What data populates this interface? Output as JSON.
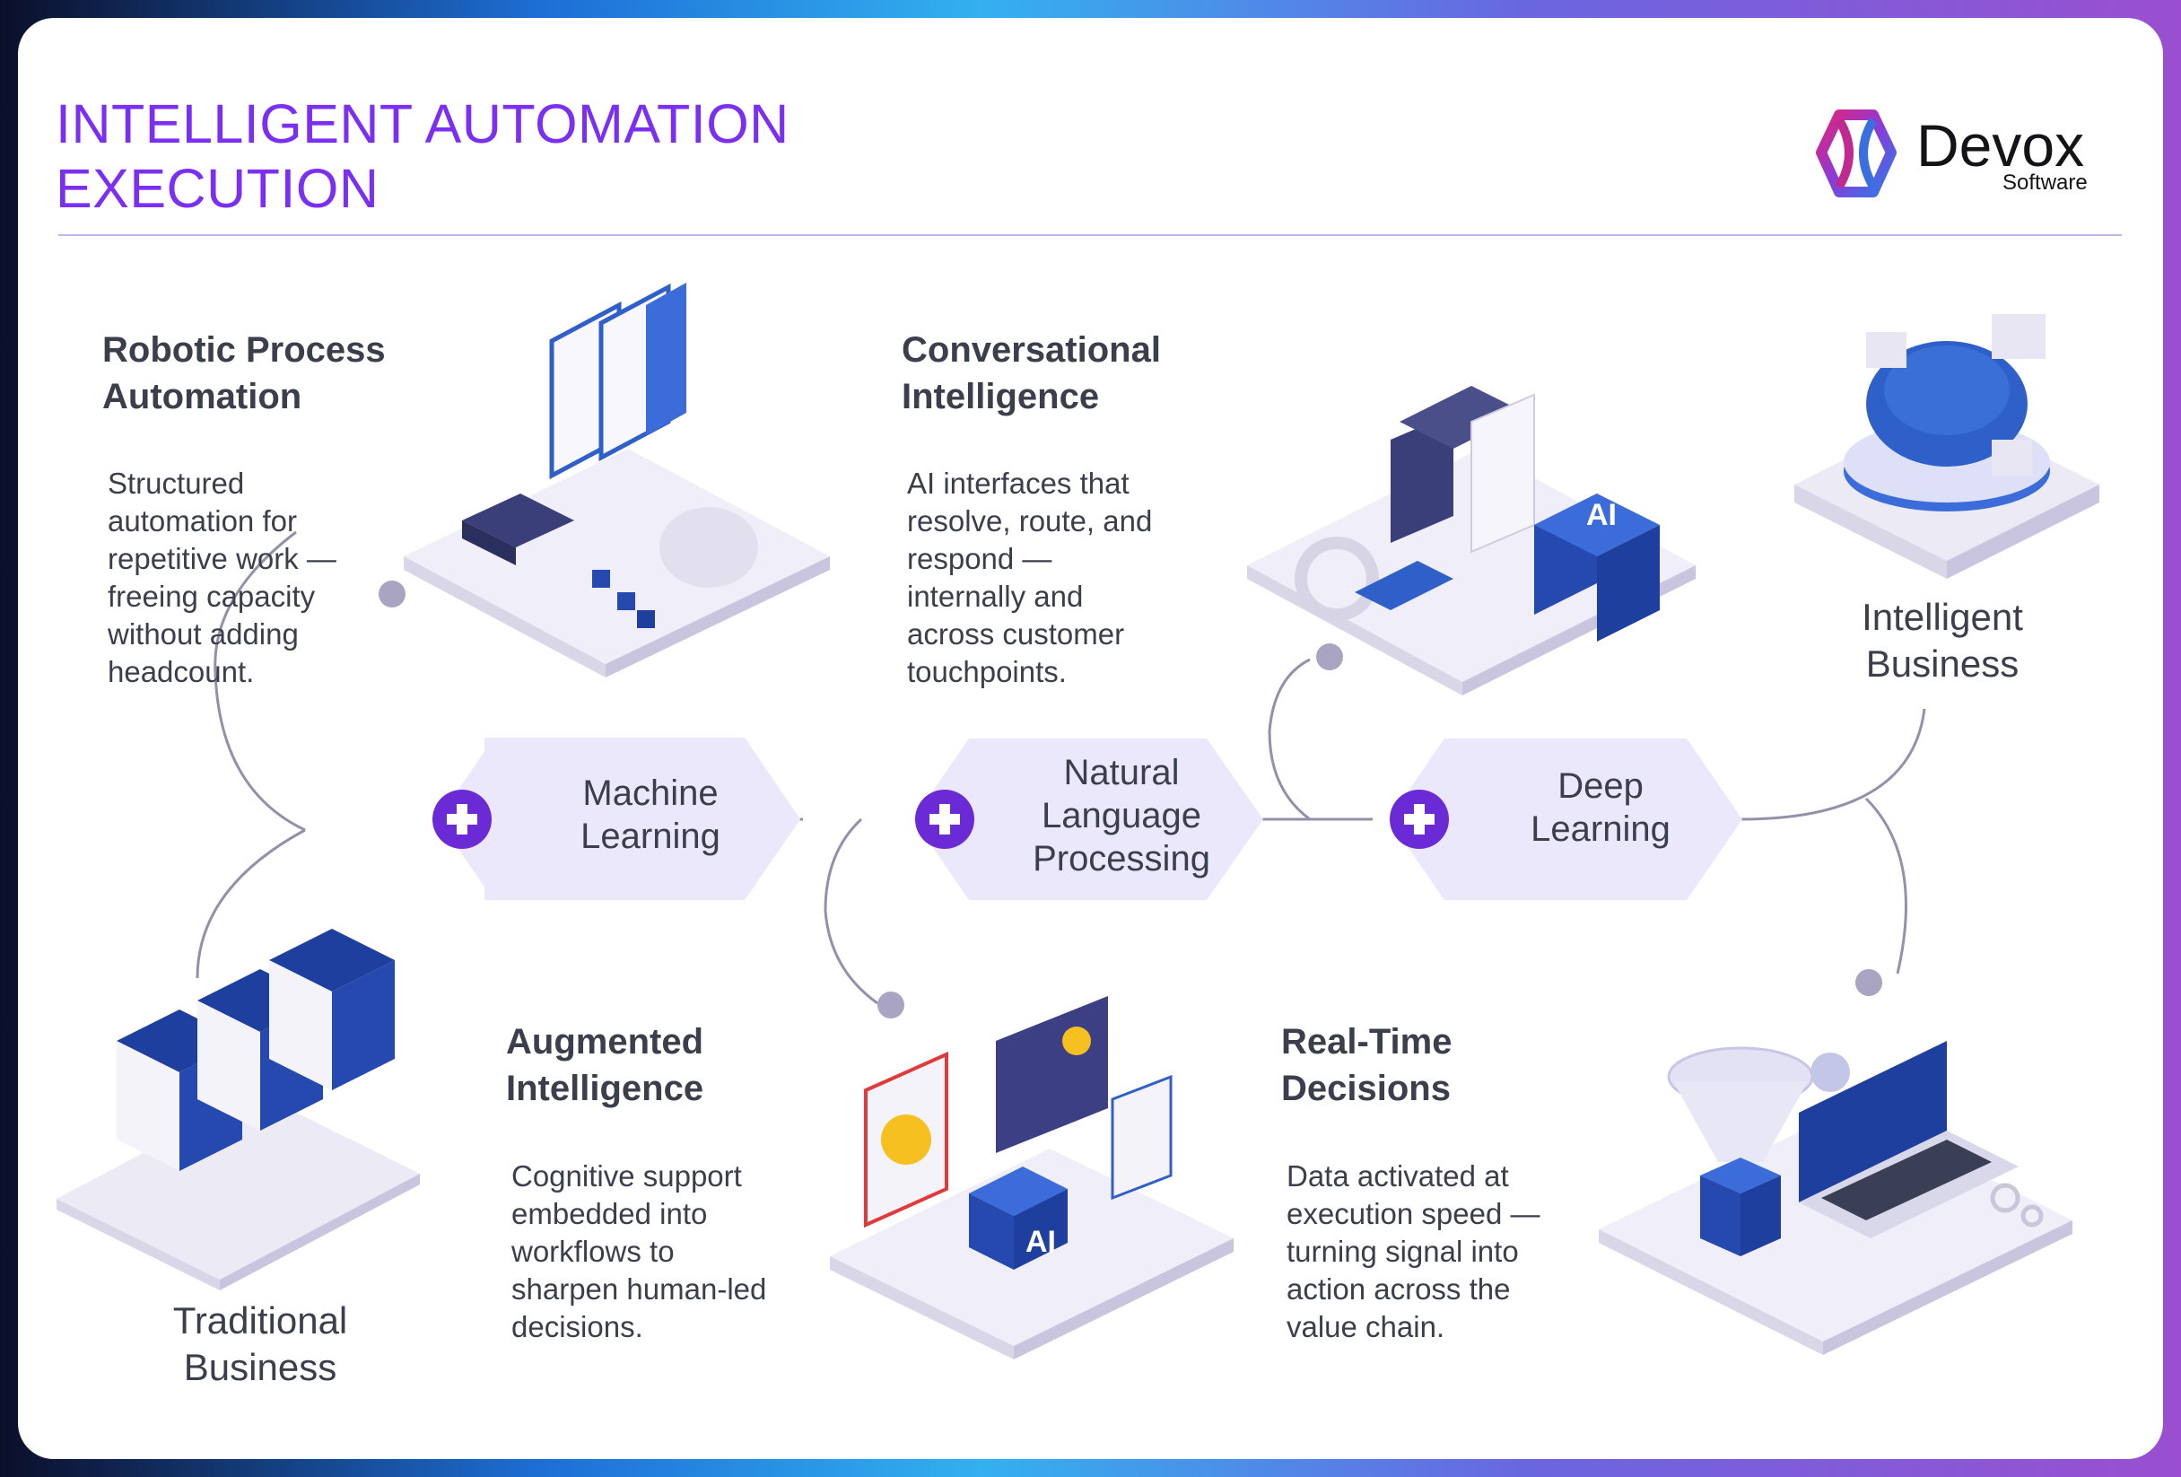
{
  "title": {
    "line1": "INTELLIGENT AUTOMATION",
    "line2": "EXECUTION"
  },
  "logo": {
    "name": "Devox",
    "sub": "Software",
    "icon": "devox-logo-icon"
  },
  "colors": {
    "accent": "#7b2ff2",
    "node": "#6a2bd6",
    "hex_fill": "#ebe8fb",
    "connector": "#9490ab",
    "platform": "#eceaf5"
  },
  "start": {
    "line1": "Traditional",
    "line2": "Business"
  },
  "end": {
    "line1": "Intelligent",
    "line2": "Business"
  },
  "technologies": [
    {
      "line1": "Machine",
      "line2": "Learning",
      "line3": ""
    },
    {
      "line1": "Natural",
      "line2": "Language",
      "line3": "Processing"
    },
    {
      "line1": "Deep",
      "line2": "Learning",
      "line3": ""
    }
  ],
  "capabilities": {
    "rpa": {
      "heading": [
        "Robotic Process",
        "Automation"
      ],
      "desc": [
        "Structured",
        "automation for",
        "repetitive work —",
        "freeing capacity",
        "without adding",
        "headcount."
      ]
    },
    "conversational": {
      "heading": [
        "Conversational",
        "Intelligence"
      ],
      "desc": [
        "AI interfaces that",
        "resolve, route, and",
        "respond —",
        "internally and",
        "across customer",
        "touchpoints."
      ]
    },
    "augmented": {
      "heading": [
        "Augmented",
        "Intelligence"
      ],
      "desc": [
        "Cognitive support",
        "embedded into",
        "workflows to",
        "sharpen human-led",
        "decisions."
      ]
    },
    "realtime": {
      "heading": [
        "Real-Time",
        "Decisions"
      ],
      "desc": [
        "Data activated at",
        "execution speed —",
        "turning signal into",
        "action across the",
        "value chain."
      ]
    }
  },
  "badges": {
    "ai": "AI"
  },
  "icons": [
    "plus-icon",
    "server-stack-illustration",
    "documents-illustration",
    "library-illustration",
    "brain-hologram-illustration",
    "ai-artwork-illustration",
    "ai-funnel-illustration"
  ]
}
